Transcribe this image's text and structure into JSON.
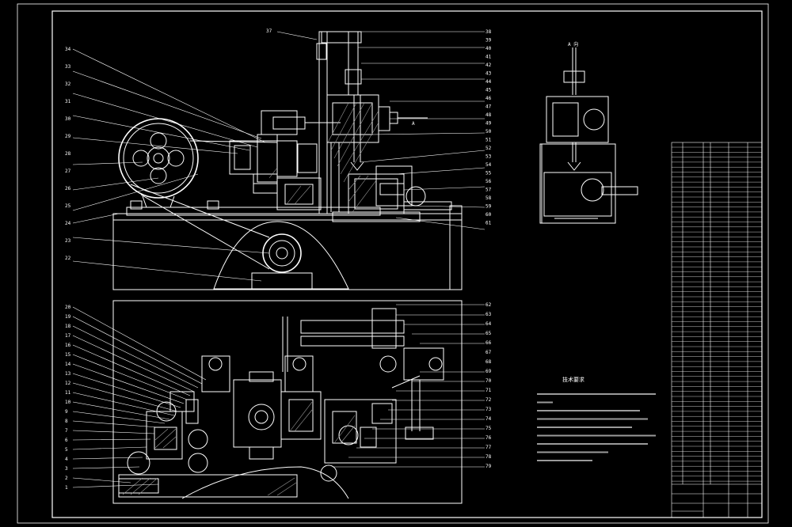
{
  "colors": {
    "background": "#000000",
    "line": "#ffffff",
    "hatch": "#9a9a9a"
  },
  "views": {
    "aux_title": "A 向",
    "section_marker": "A"
  },
  "callouts": {
    "top_right": [
      "38",
      "39",
      "40",
      "41",
      "42",
      "43",
      "44",
      "45",
      "46",
      "47",
      "48",
      "49",
      "50",
      "51",
      "52",
      "53",
      "54",
      "55",
      "56",
      "57",
      "58",
      "59",
      "60",
      "61"
    ],
    "top_left": [
      "34",
      "33",
      "32",
      "31",
      "30",
      "29",
      "28",
      "27",
      "26",
      "25",
      "24",
      "23",
      "22"
    ],
    "top_center": "37",
    "bottom_left": [
      "20",
      "19",
      "18",
      "17",
      "16",
      "15",
      "14",
      "13",
      "12",
      "11",
      "10",
      "9",
      "8",
      "7",
      "6",
      "5",
      "4",
      "3",
      "2",
      "1"
    ],
    "bottom_right": [
      "62",
      "63",
      "64",
      "65",
      "66",
      "67",
      "68",
      "69",
      "70",
      "71",
      "72",
      "73",
      "74",
      "75",
      "76",
      "77",
      "78",
      "79"
    ]
  },
  "notes": {
    "title": "技术要求"
  }
}
